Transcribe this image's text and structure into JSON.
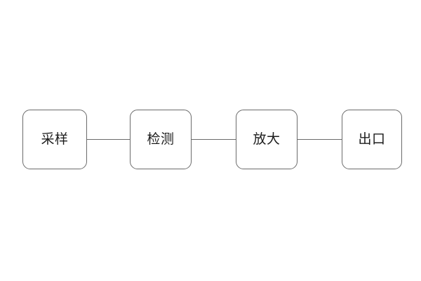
{
  "diagram": {
    "type": "flowchart",
    "orientation": "horizontal",
    "background_color": "#ffffff",
    "node_border_color": "#6b6b6b",
    "node_fill_color": "#ffffff",
    "connector_color": "#6b6b6b",
    "label_color": "#1c1c1c",
    "nodes": [
      {
        "id": "sampling",
        "label": "采样"
      },
      {
        "id": "detection",
        "label": "检测"
      },
      {
        "id": "amplify",
        "label": "放大"
      },
      {
        "id": "outlet",
        "label": "出口"
      }
    ],
    "connectors": [
      {
        "from": "sampling",
        "to": "detection"
      },
      {
        "from": "detection",
        "to": "amplify"
      },
      {
        "from": "amplify",
        "to": "outlet"
      }
    ]
  }
}
